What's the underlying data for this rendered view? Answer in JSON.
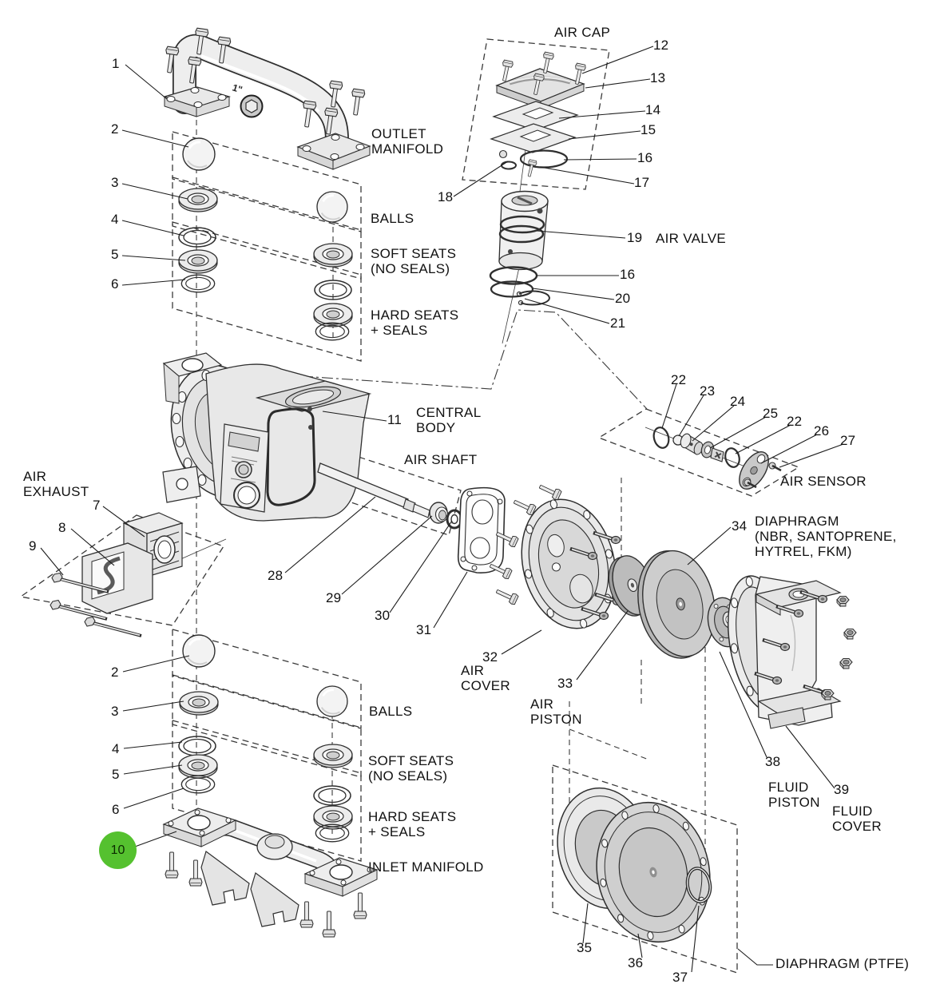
{
  "highlight": {
    "color": "#55c12f"
  },
  "port_marking": "1\"",
  "callouts": [
    "1",
    "2",
    "3",
    "4",
    "5",
    "6",
    "12",
    "13",
    "14",
    "15",
    "16",
    "17",
    "18",
    "19",
    "16",
    "20",
    "21",
    "11",
    "22",
    "23",
    "24",
    "25",
    "22",
    "26",
    "27",
    "7",
    "8",
    "9",
    "28",
    "29",
    "30",
    "31",
    "32",
    "33",
    "34",
    "2",
    "3",
    "4",
    "5",
    "6",
    "10",
    "38",
    "39",
    "35",
    "36",
    "37"
  ],
  "labels": {
    "air_cap": "AIR CAP",
    "outlet_manifold": "OUTLET\nMANIFOLD",
    "balls_top": "BALLS",
    "soft_seats_top": "SOFT SEATS\n(NO SEALS)",
    "hard_seats_top": "HARD SEATS\n+ SEALS",
    "air_valve": "AIR VALVE",
    "central_body": "CENTRAL\nBODY",
    "air_shaft": "AIR SHAFT",
    "air_sensor": "AIR SENSOR",
    "air_exhaust": "AIR\nEXHAUST",
    "diaphragm_main": "DIAPHRAGM\n(NBR, SANTOPRENE,\nHYTREL, FKM)",
    "air_cover": "AIR\nCOVER",
    "air_piston": "AIR\nPISTON",
    "balls_bottom": "BALLS",
    "soft_seats_bottom": "SOFT SEATS\n(NO SEALS)",
    "hard_seats_bottom": "HARD SEATS\n+ SEALS",
    "inlet_manifold": "INLET MANIFOLD",
    "fluid_piston": "FLUID\nPISTON",
    "fluid_cover": "FLUID\nCOVER",
    "diaphragm_ptfe": "DIAPHRAGM (PTFE)"
  }
}
